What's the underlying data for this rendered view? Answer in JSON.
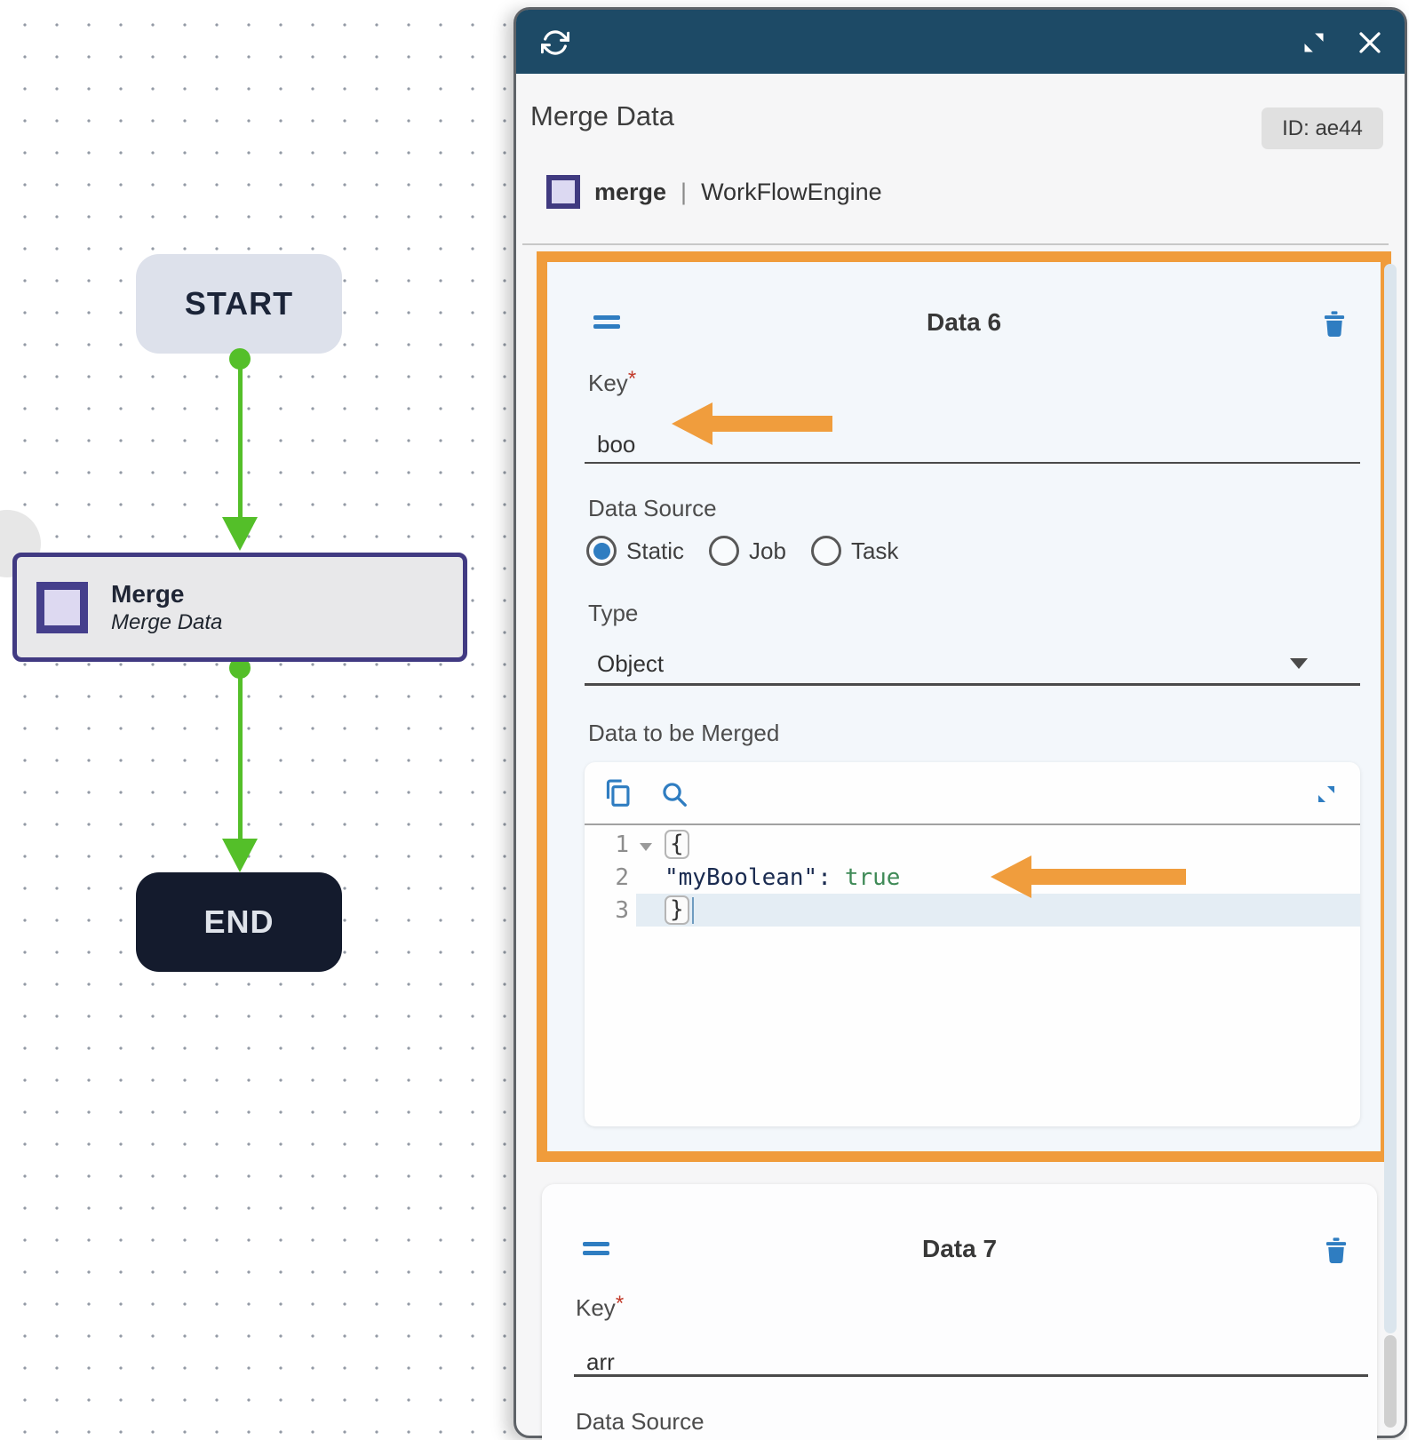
{
  "colors": {
    "header_bg": "#1d4a66",
    "accent_orange": "#f09c3b",
    "icon_blue": "#2f7dc1",
    "edge_green": "#54bf29",
    "merge_purple": "#413a82",
    "code_string": "#1a2b50",
    "code_boolean": "#3f8a57"
  },
  "canvas": {
    "start_label": "START",
    "merge_title": "Merge",
    "merge_subtitle": "Merge Data",
    "end_label": "END"
  },
  "panel": {
    "title": "Merge Data",
    "id_badge": "ID: ae44",
    "node_name": "merge",
    "separator": "|",
    "engine_name": "WorkFlowEngine",
    "data6": {
      "title": "Data 6",
      "key_label": "Key",
      "required": "*",
      "key_value": "boo",
      "source_label": "Data Source",
      "sources": [
        {
          "label": "Static",
          "selected": true
        },
        {
          "label": "Job",
          "selected": false
        },
        {
          "label": "Task",
          "selected": false
        }
      ],
      "type_label": "Type",
      "type_value": "Object",
      "merged_label": "Data to be Merged",
      "editor": {
        "lines": [
          {
            "num": "1",
            "text": "{"
          },
          {
            "num": "2",
            "key": "\"myBoolean\"",
            "colon": ":",
            "value": "true"
          },
          {
            "num": "3",
            "text": "}"
          }
        ]
      }
    },
    "data7": {
      "title": "Data 7",
      "key_label": "Key",
      "required": "*",
      "key_value": "arr",
      "source_label": "Data Source"
    }
  }
}
